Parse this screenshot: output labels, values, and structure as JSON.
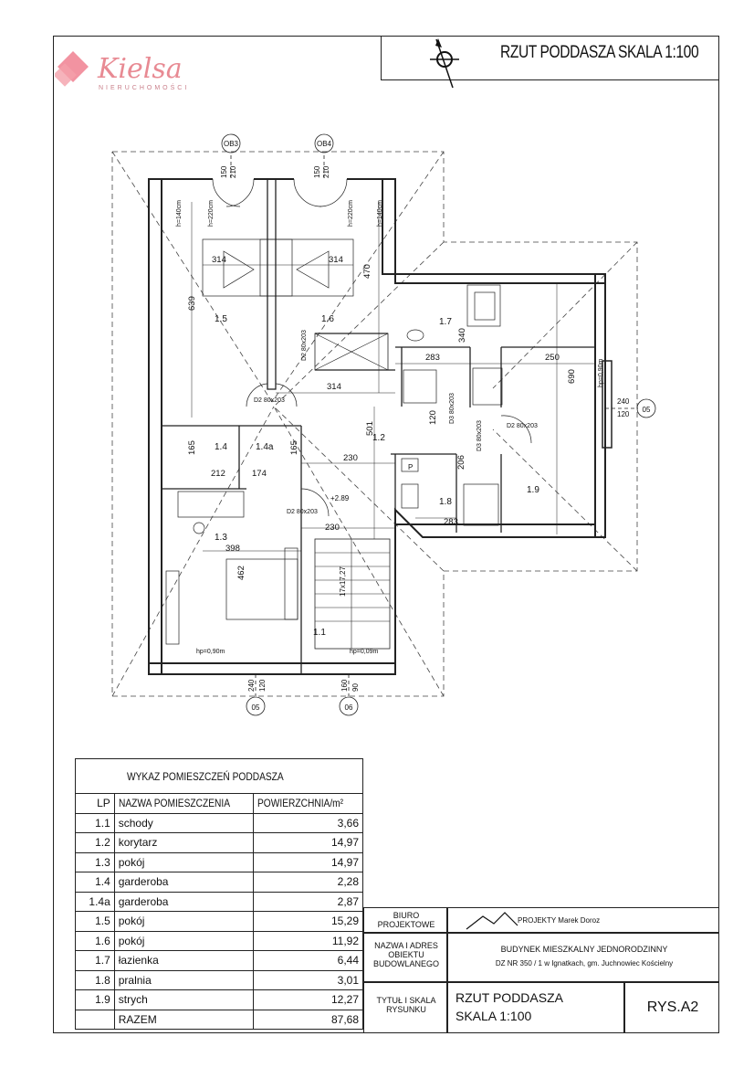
{
  "header": {
    "title": "RZUT PODDASZA SKALA 1:100",
    "logo_text": "Kielsa",
    "logo_subtitle": "NIERUCHOMOŚCI"
  },
  "plan": {
    "axis_labels": [
      "OB3",
      "OB4",
      "05",
      "05",
      "06"
    ],
    "rooms": [
      "1.1",
      "1.2",
      "1.3",
      "1.4",
      "1.4a",
      "1.5",
      "1.6",
      "1.7",
      "1.8",
      "1.9"
    ],
    "dimensions": [
      "150",
      "210",
      "150",
      "210",
      "314",
      "314",
      "639",
      "470",
      "283",
      "340",
      "250",
      "690",
      "314",
      "501",
      "120",
      "230",
      "165",
      "212",
      "174",
      "165",
      "206",
      "283",
      "230",
      "398",
      "462",
      "240",
      "120",
      "240",
      "120",
      "160",
      "90"
    ],
    "doors": [
      "D2 80x203",
      "D2 80x203",
      "D2 80x203",
      "D2 80x203",
      "D3 80x203",
      "D3 80x203"
    ],
    "heights": [
      "h=140cm",
      "h=220cm",
      "h=220cm",
      "h=140cm",
      "hp=0,90m",
      "hp=0,09m",
      "hp=0,90m"
    ],
    "level": "+2.89",
    "stairs": "17x17,27",
    "boiler": "P"
  },
  "room_table": {
    "caption": "WYKAZ POMIESZCZEŃ PODDASZA",
    "headers": {
      "lp": "LP",
      "name": "NAZWA POMIESZCZENIA",
      "area": "POWIERZCHNIA/m²"
    },
    "rows": [
      {
        "lp": "1.1",
        "name": "schody",
        "area": "3,66"
      },
      {
        "lp": "1.2",
        "name": "korytarz",
        "area": "14,97"
      },
      {
        "lp": "1.3",
        "name": "pokój",
        "area": "14,97"
      },
      {
        "lp": "1.4",
        "name": "garderoba",
        "area": "2,28"
      },
      {
        "lp": "1.4a",
        "name": "garderoba",
        "area": "2,87"
      },
      {
        "lp": "1.5",
        "name": "pokój",
        "area": "15,29"
      },
      {
        "lp": "1.6",
        "name": "pokój",
        "area": "11,92"
      },
      {
        "lp": "1.7",
        "name": "łazienka",
        "area": "6,44"
      },
      {
        "lp": "1.8",
        "name": "pralnia",
        "area": "3,01"
      },
      {
        "lp": "1.9",
        "name": "strych",
        "area": "12,27"
      }
    ],
    "total": {
      "label": "RAZEM",
      "area": "87,68"
    }
  },
  "title_block": {
    "office_label": "BIURO PROJEKTOWE",
    "office_name": "PROJEKTY Marek Doroz",
    "object_label": "NAZWA I ADRES OBIEKTU BUDOWLANEGO",
    "object_name": "BUDYNEK MIESZKALNY JEDNORODZINNY",
    "object_address": "DZ NR 350 / 1 w Ignatkach, gm. Juchnowiec Kościelny",
    "drawing_label": "TYTUŁ I SKALA RYSUNKU",
    "drawing_title": "RZUT PODDASZA",
    "drawing_scale": "SKALA 1:100",
    "sheet_number": "RYS.A2"
  }
}
